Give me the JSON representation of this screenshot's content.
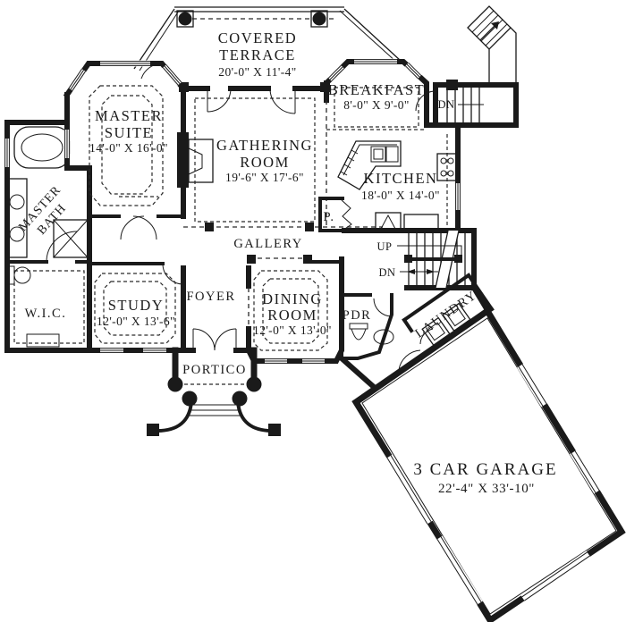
{
  "title": "First floor house plan",
  "colors": {
    "line": "#1a1a1a",
    "background": "#ffffff"
  },
  "rooms": {
    "covered_terrace": {
      "line1": "COVERED",
      "line2": "TERRACE",
      "dims": "20'-0\" X 11'-4\""
    },
    "master_suite": {
      "line1": "MASTER",
      "line2": "SUITE",
      "dims": "14'-0\" X 16'-0\""
    },
    "master_bath": {
      "line1": "MASTER",
      "line2": "BATH"
    },
    "gathering_room": {
      "line1": "GATHERING",
      "line2": "ROOM",
      "dims": "19'-6\" X 17'-6\""
    },
    "breakfast": {
      "name": "BREAKFAST",
      "dims": "8'-0\" X 9'-0\""
    },
    "kitchen": {
      "name": "KITCHEN",
      "dims": "18'-0\" X 14'-0\""
    },
    "pantry": {
      "name": "P."
    },
    "gallery": {
      "name": "GALLERY"
    },
    "study": {
      "name": "STUDY",
      "dims": "12'-0\" X 13'-6\""
    },
    "foyer": {
      "name": "FOYER"
    },
    "dining_room": {
      "line1": "DINING",
      "line2": "ROOM",
      "dims": "12'-0\" X 13'-0\""
    },
    "wic": {
      "name": "W.I.C."
    },
    "pdr": {
      "name": "PDR"
    },
    "portico": {
      "name": "PORTICO"
    },
    "laundry": {
      "name": "LAUNDRY"
    },
    "garage": {
      "name": "3 CAR GARAGE",
      "dims": "22'-4\" X 33'-10\""
    }
  },
  "stairs": {
    "up": "UP",
    "down": "DN",
    "rear_down": "DN"
  }
}
